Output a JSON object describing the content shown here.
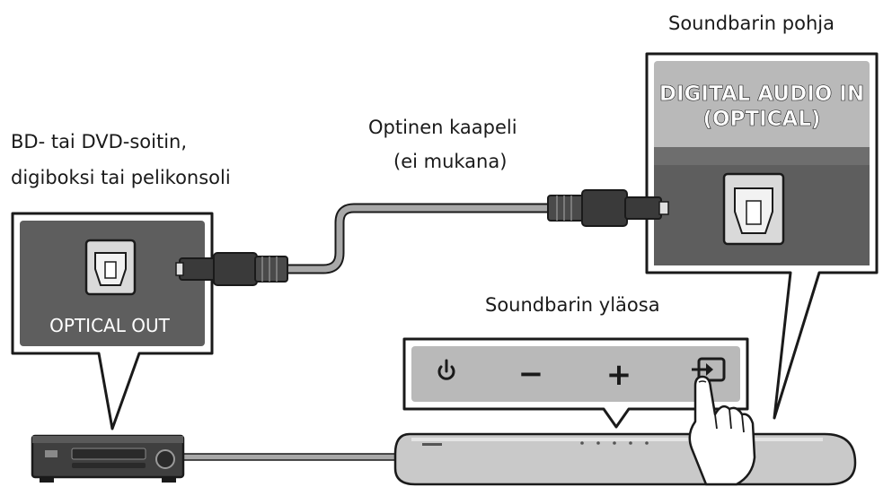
{
  "labels": {
    "soundbar_bottom": "Soundbarin pohja",
    "source_line1": "BD- tai DVD-soitin,",
    "source_line2": "digiboksi tai pelikonsoli",
    "cable_line1": "Optinen kaapeli",
    "cable_line2": "(ei mukana)",
    "soundbar_top": "Soundbarin yläosa"
  },
  "ports": {
    "digital_in_line1": "DIGITAL AUDIO IN",
    "digital_in_line2": "(OPTICAL)",
    "optical_out": "OPTICAL OUT"
  },
  "buttons": {
    "power": "power-icon",
    "volume_down": "−",
    "volume_up": "+",
    "source": "source-icon"
  },
  "colors": {
    "panel_dark": "#5e5e5e",
    "panel_light": "#b9b9b9",
    "cable": "#a8a8a8",
    "outline": "#1a1a1a",
    "soundbar": "#c9c9c9"
  }
}
